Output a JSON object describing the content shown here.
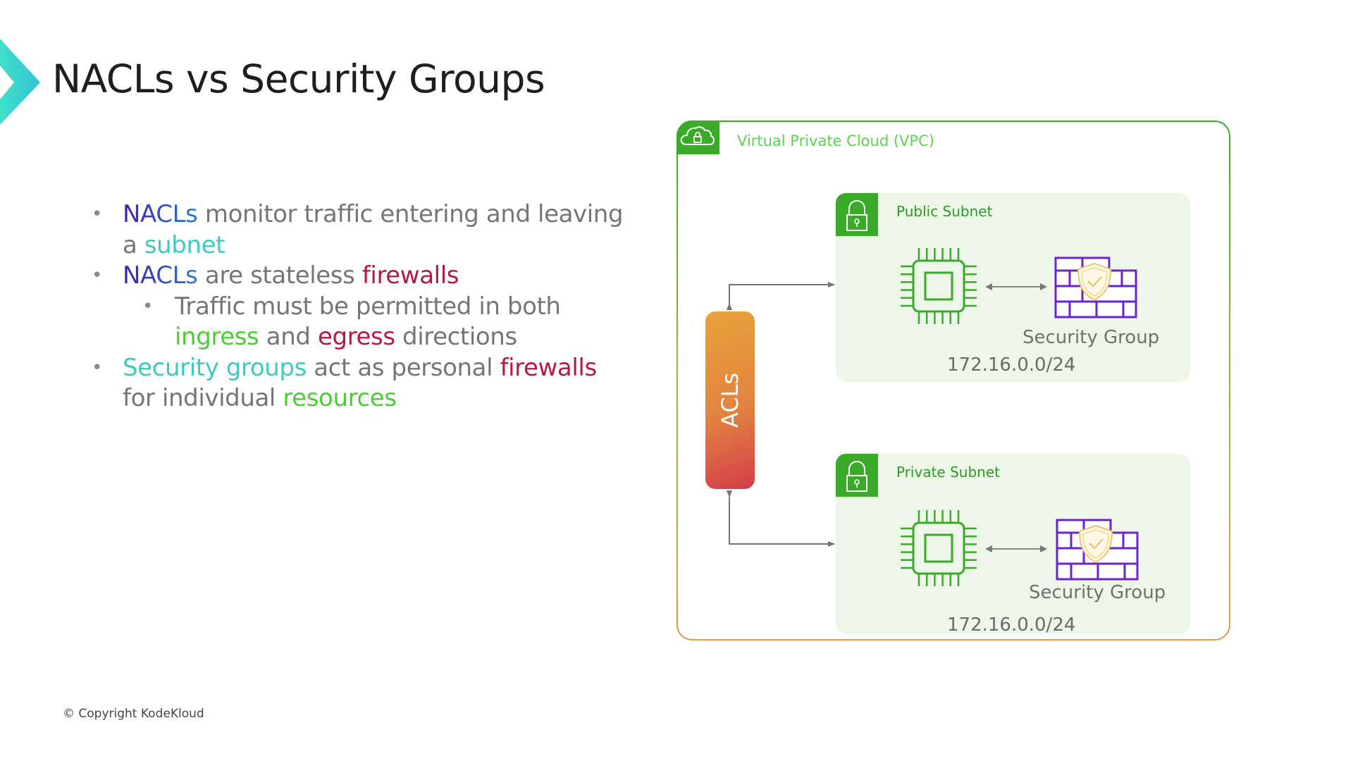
{
  "slide": {
    "title": "NACLs vs Security Groups",
    "copyright": "© Copyright KodeKloud"
  },
  "bullets": [
    {
      "level": 1,
      "parts": [
        {
          "t": "NACLs",
          "c": "nacl"
        },
        {
          "t": " monitor traffic entering and leaving a ",
          "c": "gray"
        },
        {
          "t": "subnet",
          "c": "teal"
        }
      ],
      "lines": [
        [
          "NACLs",
          " monitor traffic entering and leaving"
        ],
        [
          "a ",
          "subnet"
        ]
      ]
    },
    {
      "level": 1,
      "line": {
        "a": "NACLs",
        "b": " are stateless ",
        "c": "firewalls"
      }
    },
    {
      "level": 2,
      "line1": "Traffic must be permitted in both",
      "line2": {
        "a": "ingress",
        "b": " and ",
        "c": "egress",
        "d": " directions"
      }
    },
    {
      "level": 1,
      "line1": {
        "a": "Security groups",
        "b": " act as personal ",
        "c": "firewalls"
      },
      "line2": {
        "a": "for individual ",
        "b": "resources"
      }
    }
  ],
  "b1": {
    "l1a": "NACLs",
    "l1b": " monitor traffic entering and leaving",
    "l2a": "a ",
    "l2b": "subnet"
  },
  "b2": {
    "a": "NACLs",
    "b": " are stateless ",
    "c": "firewalls"
  },
  "b3": {
    "l1": "Traffic must be permitted in both",
    "a": "ingress",
    "b": " and ",
    "c": "egress",
    "d": " directions"
  },
  "b4": {
    "a": "Security groups",
    "b": " act as personal ",
    "c": "firewalls",
    "l2a": "for individual ",
    "l2b": "resources"
  },
  "bullet_glyph": "•",
  "diagram": {
    "vpc": {
      "label": "Virtual Private Cloud (VPC)",
      "icon": "cloud-lock-icon"
    },
    "acls": {
      "label": "ACLs"
    },
    "subnets": [
      {
        "label": "Public Subnet",
        "icon": "padlock-icon",
        "instance_icon": "cpu-chip-icon",
        "sg_icon": "firewall-shield-icon",
        "sg_label": "Security Group",
        "cidr": "172.16.0.0/24"
      },
      {
        "label": "Private Subnet",
        "icon": "padlock-icon",
        "instance_icon": "cpu-chip-icon",
        "sg_icon": "firewall-shield-icon",
        "sg_label": "Security Group",
        "cidr": "172.16.0.0/24"
      }
    ]
  },
  "colors": {
    "nacl_text": "#3a22b0",
    "teal_text": "#3fc9bf",
    "red_text": "#b21a44",
    "green_text": "#4ccc34",
    "body_text": "#757575",
    "aws_green": "#3aaa29",
    "firewall_purple": "#6a24c8",
    "vpc_border_top": "#36b22a",
    "vpc_border_bottom": "#e39a4c"
  }
}
